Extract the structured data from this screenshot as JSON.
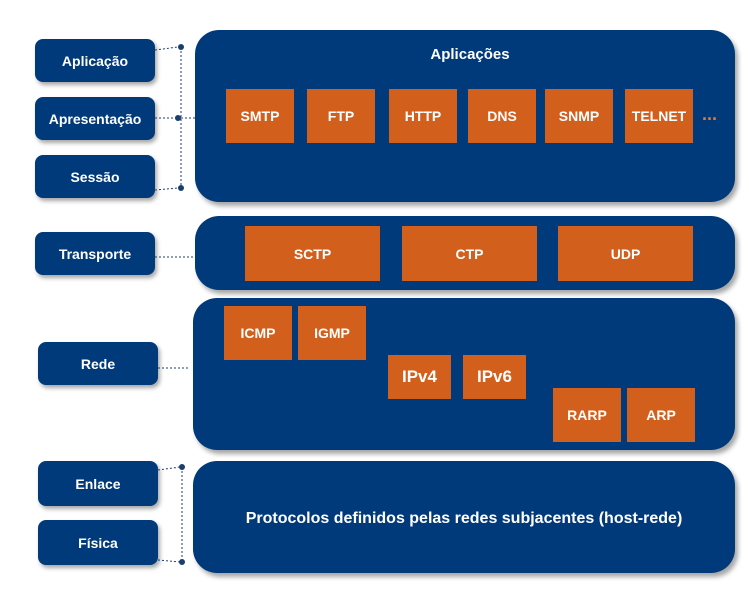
{
  "layers": {
    "aplicacao": "Aplicação",
    "apresentacao": "Apresentação",
    "sessao": "Sessão",
    "transporte": "Transporte",
    "rede": "Rede",
    "enlace": "Enlace",
    "fisica": "Física"
  },
  "application_panel": {
    "title": "Aplicações",
    "protocols": [
      "SMTP",
      "FTP",
      "HTTP",
      "DNS",
      "SNMP",
      "TELNET"
    ],
    "more": "..."
  },
  "transport_panel": {
    "protocols": [
      "SCTP",
      "CTP",
      "UDP"
    ]
  },
  "network_panel": {
    "icmp": "ICMP",
    "igmp": "IGMP",
    "ipv4": "IPv4",
    "ipv6": "IPv6",
    "rarp": "RARP",
    "arp": "ARP"
  },
  "link_panel": {
    "text": "Protocolos definidos pelas redes subjacentes (host-rede)"
  },
  "colors": {
    "panel": "#003a7a",
    "protocol_box": "#d35f1c",
    "connector": "#1a3f6f"
  }
}
